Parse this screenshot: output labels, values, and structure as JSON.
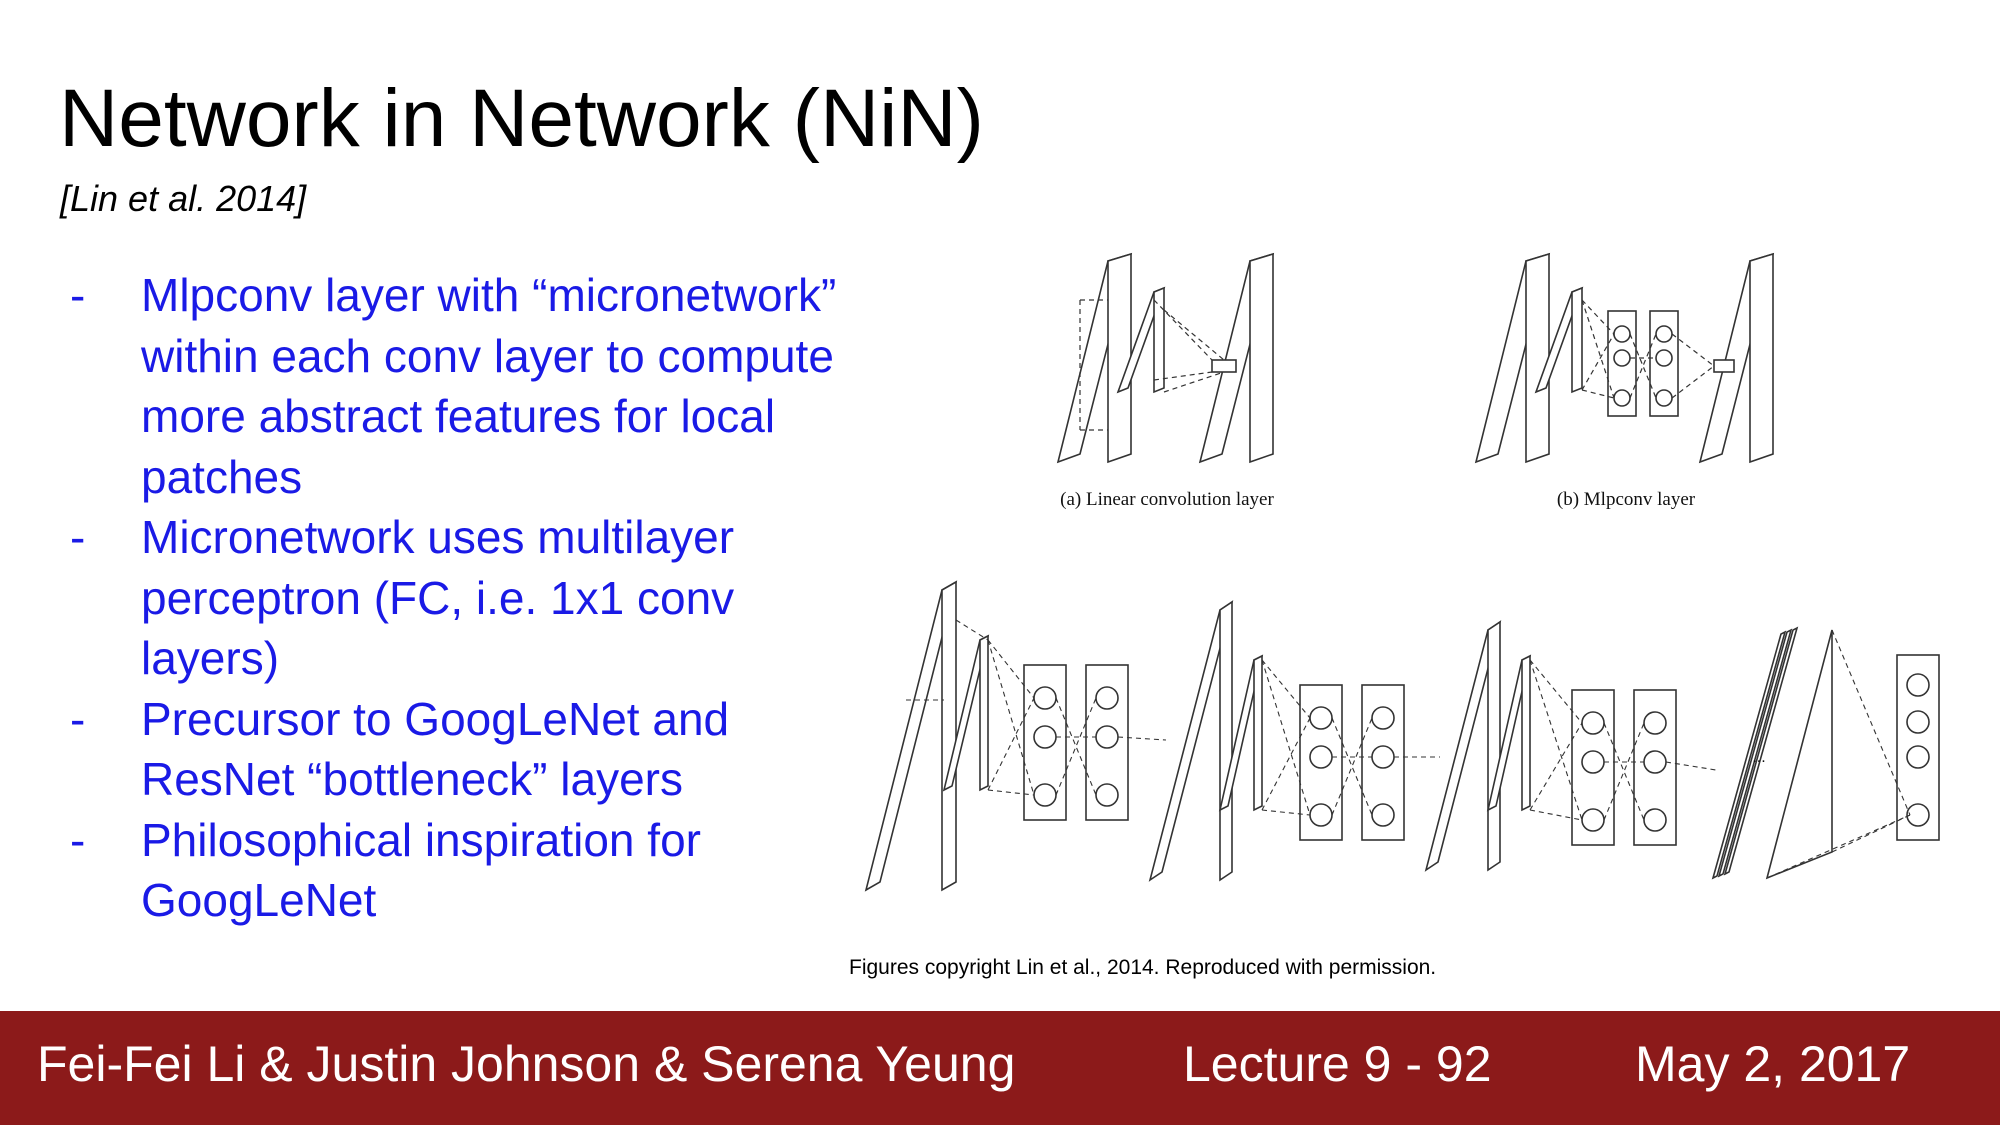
{
  "slide": {
    "title": "Network in Network (NiN)",
    "subtitle": "[Lin et al. 2014]",
    "bullets": [
      "Mlpconv layer with “micronetwork” within each conv layer to compute more abstract features for local patches",
      "Micronetwork uses multilayer perceptron (FC, i.e. 1x1 conv layers)",
      "Precursor to GoogLeNet and ResNet “bottleneck” layers",
      "Philosophical inspiration for GoogLeNet"
    ],
    "bullet_marker": "-",
    "bullet_color": "#1a1ae6"
  },
  "figure": {
    "label_a": "(a) Linear convolution layer",
    "label_b": "(b) Mlpconv layer",
    "ellipsis": "...",
    "credit": "Figures copyright Lin et al., 2014. Reproduced with permission."
  },
  "footer": {
    "authors": "Fei-Fei Li & Justin Johnson & Serena Yeung",
    "lecture": "Lecture 9 - 92",
    "date": "May 2, 2017",
    "background": "#8c1a1a"
  }
}
